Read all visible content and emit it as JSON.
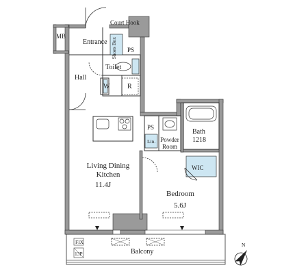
{
  "floor_plan": {
    "labels": {
      "court_hook": "Court Hook",
      "mb": "MB",
      "entrance": "Entrance",
      "shoes_box": "Shoes Box",
      "ps_top": "PS",
      "toilet": "Toilet",
      "hall": "Hall",
      "w": "W",
      "r": "R",
      "ps_mid": "PS",
      "lin": "Lin.",
      "powder_room": "Powder Room",
      "bath": "Bath",
      "bath_size": "1218",
      "wic": "WIC",
      "ldk_name": "Living Dining Kitchen",
      "ldk_size": "11.4J",
      "bedroom_name": "Bedroom",
      "bedroom_size": "5.6J",
      "fix": "FIX",
      "fix_13p": "13P",
      "balcony": "Balcony",
      "north": "N"
    },
    "colors": {
      "wall": "#9a9a9a",
      "line": "#333333",
      "fixture_fill": "#cde6f2"
    }
  }
}
